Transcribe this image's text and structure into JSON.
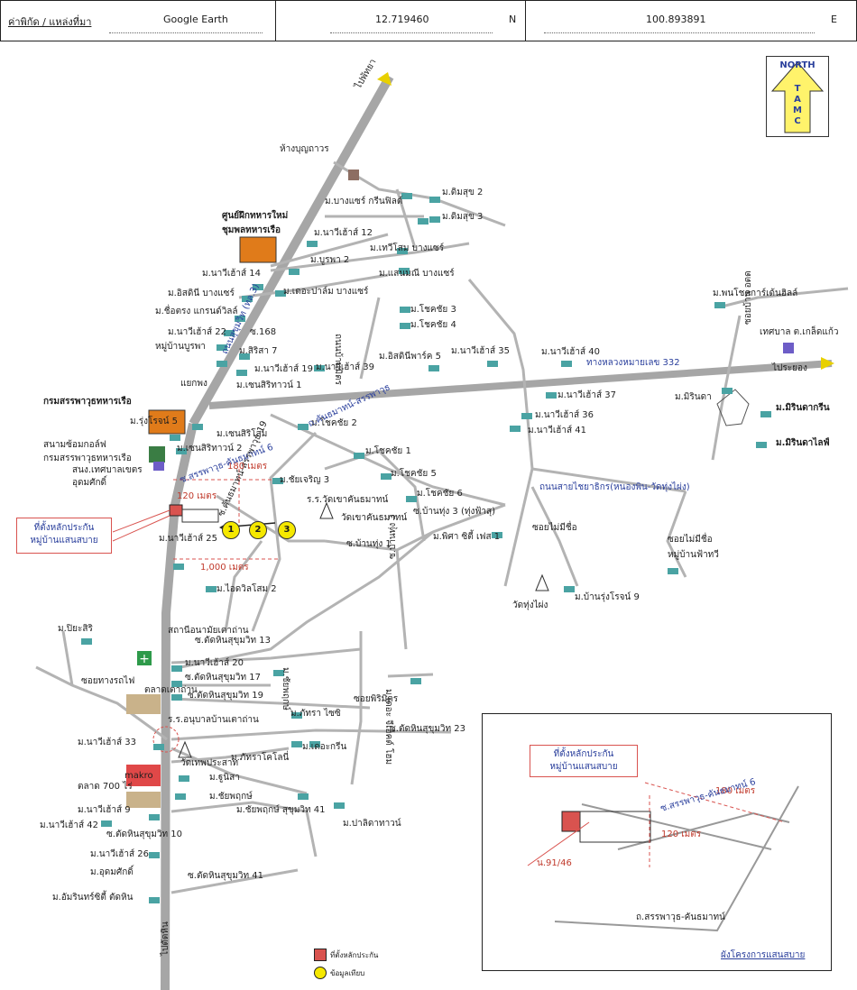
{
  "header": {
    "source_label": "ค่าพิกัด / แหล่งที่มา",
    "source_value": "Google Earth",
    "lat_value": "12.719460",
    "lat_dir": "N",
    "lon_value": "100.893891",
    "lon_dir": "E"
  },
  "compass": {
    "line1": "NORTH",
    "line2": "T",
    "line3": "A",
    "line4": "M",
    "line5": "C"
  },
  "places": [
    {
      "text": "ไปพัทยา"
    },
    {
      "text": "ห้างบุญถาวร"
    },
    {
      "text": "ม.ดิมสุข 2"
    },
    {
      "text": "ม.บางแซร์ กรีนฟิลด์"
    },
    {
      "text": "ม.ดิมสุข 3"
    },
    {
      "text": "ศูนย์ฝึกทหารใหม่"
    },
    {
      "text": "ชุมพลทหารเรือ"
    },
    {
      "text": "ม.นาวีเฮ้าส์ 12"
    },
    {
      "text": "ม.เทวีโสม บางแซร์"
    },
    {
      "text": "ม.บูรพา 2"
    },
    {
      "text": "ม.นาวีเฮ้าส์ 14"
    },
    {
      "text": "ม.แสนมณี บางแซร์"
    },
    {
      "text": "ม.อิสดินี บางแซร์"
    },
    {
      "text": "ม.เดอะปาล์ม บางแซร์"
    },
    {
      "text": "ม.ชื่อตรง แกรนด์วิลล์"
    },
    {
      "text": "ซ.168"
    },
    {
      "text": "ม.โชคชัย 3"
    },
    {
      "text": "ม.นาวีเฮ้าส์ 22"
    },
    {
      "text": "ม.โชคชัย 4"
    },
    {
      "text": "ม.พนโชคการ์เด้นฮิลล์"
    },
    {
      "text": "หมู่บ้านบูรพา"
    },
    {
      "text": "ม.สิริสา 7"
    },
    {
      "text": "ม.นาวีเฮ้าส์ 35"
    },
    {
      "text": "ม.นาวีเฮ้าส์ 40"
    },
    {
      "text": "ม.อิสดินีพาร์ค 5"
    },
    {
      "text": "ม.นาวีเฮ้าส์ 19"
    },
    {
      "text": "ม.นาวีเฮ้าส์ 39"
    },
    {
      "text": "ทางหลวงหมายเลข 332"
    },
    {
      "text": "เทศบาล ต.เกล็ดแก้ว"
    },
    {
      "text": "ไประยอง"
    },
    {
      "text": "แยกพง"
    },
    {
      "text": "ม.เซนสิริทาวน์ 1"
    },
    {
      "text": "ม.นาวีเฮ้าส์ 37"
    },
    {
      "text": "กรมสรรพาวุธทหารเรือ"
    },
    {
      "text": "ม.มิรินดา"
    },
    {
      "text": "ม.นาวีเฮ้าส์ 36"
    },
    {
      "text": "ม.มิรินดากรีน"
    },
    {
      "text": "ม.รุ่งโรจน์ 5"
    },
    {
      "text": "ม.โชคชัย 2"
    },
    {
      "text": "ม.เซนสิริโสม"
    },
    {
      "text": "ม.นาวีเฮ้าส์ 41"
    },
    {
      "text": "ม.เซนสิริทาวน์ 2"
    },
    {
      "text": "สนามซ้อมกอล์ฟ"
    },
    {
      "text": "กรมสรรพาวุธทหารเรือ"
    },
    {
      "text": "ม.มิรินดาไลฟ์"
    },
    {
      "text": "ม.โชคชัย 1"
    },
    {
      "text": "สนง.เทศบาลเขตร"
    },
    {
      "text": "อุดมศักดิ์"
    },
    {
      "text": "ม.ชัยเจริญ 3"
    },
    {
      "text": "ม.โชคชัย 5"
    },
    {
      "text": "ถนนสายไชยาธิกร(หนองพิน-วัดทุ่งไผ่ง)"
    },
    {
      "text": "ร.ร.วัดเขาคันธมาทน์"
    },
    {
      "text": "ม.โชคชัย 6"
    },
    {
      "text": "วัดเขาคันธมาทน์"
    },
    {
      "text": "ซ.บ้านทุ่ง 3 (ทุ่งฟ้าสุ)"
    },
    {
      "text": "ซอยไม่มีชื่อ"
    },
    {
      "text": "ม.นาวีเฮ้าส์ 25"
    },
    {
      "text": "ม.พิศา ซิตี้ เฟส 1"
    },
    {
      "text": "ซอยไม่มีชื่อ"
    },
    {
      "text": "ซ.บ้านทุ่ง 1"
    },
    {
      "text": "หมู่บ้านฟ้าทวี"
    },
    {
      "text": "ม.ไอดวิลโสม 2"
    },
    {
      "text": "ซ.บ้านทุ่ง 3"
    },
    {
      "text": "วัดทุ่งไผ่ง"
    },
    {
      "text": "ม.บ้านรุ่งโรจน์ 9"
    },
    {
      "text": "ซ.คันธมาทน์-สรรพาวุธ 19"
    },
    {
      "text": "ม.ปิยะสิริ"
    },
    {
      "text": "สถานีอนามัยเตาถ่าน"
    },
    {
      "text": "ซ.ตัดหินสุขุมวิท 13"
    },
    {
      "text": "ม.นาวีเฮ้าส์ 20"
    },
    {
      "text": "ซ.ตัดหินสุขุมวิท 17"
    },
    {
      "text": "ม.ชัยพฤกษ์"
    },
    {
      "text": "ซอยทางรถไฟ"
    },
    {
      "text": "ตลาดเตาถ่าน"
    },
    {
      "text": "ซ.ตัดหินสุขุมวิท 19"
    },
    {
      "text": "ม.เดอะ จีเฮ็คต์ โฮม"
    },
    {
      "text": "ซอยพิริมิตร"
    },
    {
      "text": "ร.ร.อนุบาลบ้านเตาถ่าน"
    },
    {
      "text": "ม.ภัทรา ไซซิ"
    },
    {
      "text": "ซ.ตัดหินสุขุมวิท 23"
    },
    {
      "text": "ม.นาวีเฮ้าส์ 33"
    },
    {
      "text": "ม.เดอะกรีน"
    },
    {
      "text": "วัดเทพประสาท"
    },
    {
      "text": "ม.ภัทราโคโลนี่"
    },
    {
      "text": "makro"
    },
    {
      "text": "ม.ฐูนิสา"
    },
    {
      "text": "ตลาด 700 ไร่"
    },
    {
      "text": "ม.ชัยพฤกษ์"
    },
    {
      "text": "ม.นาวีเฮ้าส์ 9"
    },
    {
      "text": "ม.ชัยพฤกษ์ สุขุมวิท 41"
    },
    {
      "text": "ม.นาวีเฮ้าส์ 42"
    },
    {
      "text": "ซ.ตัดหินสุขุมวิท 10"
    },
    {
      "text": "ม.ปาลิดาทาวน์"
    },
    {
      "text": "ม.นาวีเฮ้าส์ 26"
    },
    {
      "text": "ม.อุดมศักดิ์"
    },
    {
      "text": "ซ.ตัดหินสุขุมวิท 41"
    },
    {
      "text": "ม.อัมรินทร์ซิตี้ ตัดหิน"
    },
    {
      "text": "ไปตัดหิน"
    },
    {
      "text": "ถนนสุขุมวิท (ทล.3)"
    },
    {
      "text": "ถ.คันธมาทน์-สรรพาวุธ"
    },
    {
      "text": "ถนนบ้านมิตร"
    },
    {
      "text": "ซอยบ้าน อตด"
    }
  ],
  "site": {
    "label1": "ที่ตั้งหลักประกัน",
    "label2": "หมู่บ้านแสนสบาย",
    "road_label": "ซ.สรรพาวุธ-คันธมาทน์ 6",
    "dist_180": "180 เมตร",
    "dist_120": "120 เมตร",
    "dist_1000": "1,000 เมตร"
  },
  "comparables": [
    {
      "num": "1"
    },
    {
      "num": "2"
    },
    {
      "num": "3"
    }
  ],
  "legend": {
    "collateral": "ที่ตั้งหลักประกัน",
    "comparable": "ข้อมูลเทียบ"
  },
  "inset": {
    "box_line1": "ที่ตั้งหลักประกัน",
    "box_line2": "หมู่บ้านแสนสบาย",
    "dist_180": "180 เมตร",
    "dist_120": "120 เมตร",
    "road_soi": "ซ.สรรพาวุธ-คันธมาทน์ 6",
    "plot": "น.91/46",
    "main_road": "ถ.สรรพาวุธ-คันธมาทน์",
    "caption": "ผังโครงการแสนสบาย"
  },
  "colors": {
    "road": "#b3b3b3",
    "main_road": "#a6a6a6",
    "label_blue": "#2a3f9c",
    "label_red": "#c0392b",
    "comparable_fill": "#f5e800",
    "north_arrow": "#fff36b"
  }
}
